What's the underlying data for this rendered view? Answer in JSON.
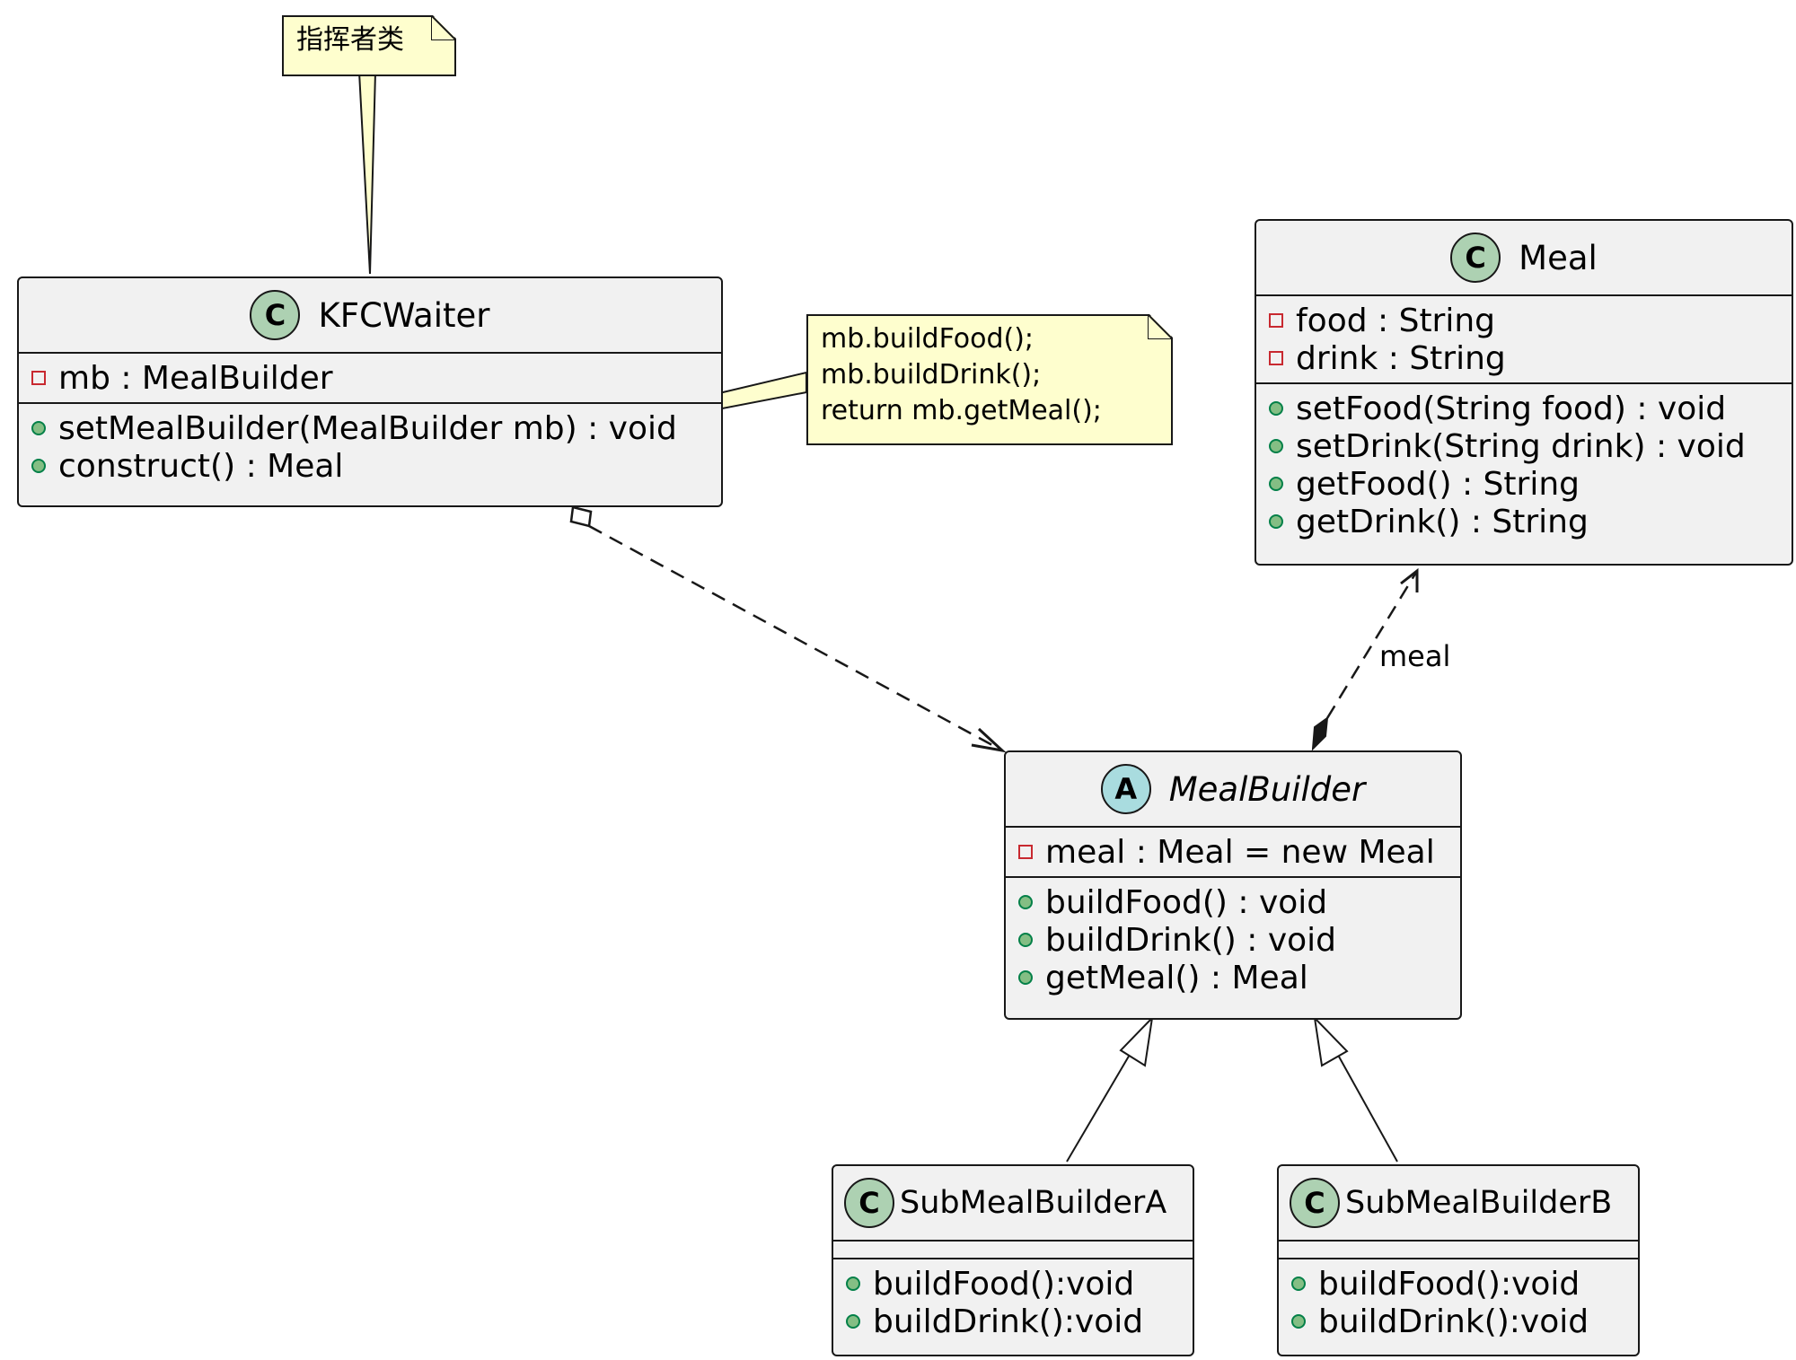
{
  "notes": {
    "director": {
      "text": "指挥者类"
    },
    "construct": {
      "lines": [
        "mb.buildFood();",
        "mb.buildDrink();",
        "return mb.getMeal();"
      ]
    }
  },
  "classes": {
    "kfcwaiter": {
      "stereotype": "C",
      "name": "KFCWaiter",
      "attributes": [
        {
          "visibility": "private",
          "text": "mb : MealBuilder"
        }
      ],
      "methods": [
        {
          "visibility": "public",
          "text": "setMealBuilder(MealBuilder mb) : void"
        },
        {
          "visibility": "public",
          "text": "construct() : Meal"
        }
      ]
    },
    "meal": {
      "stereotype": "C",
      "name": "Meal",
      "attributes": [
        {
          "visibility": "private",
          "text": "food : String"
        },
        {
          "visibility": "private",
          "text": "drink : String"
        }
      ],
      "methods": [
        {
          "visibility": "public",
          "text": "setFood(String food) : void"
        },
        {
          "visibility": "public",
          "text": "setDrink(String drink) : void"
        },
        {
          "visibility": "public",
          "text": "getFood() : String"
        },
        {
          "visibility": "public",
          "text": "getDrink() : String"
        }
      ]
    },
    "mealbuilder": {
      "stereotype": "A",
      "name": "MealBuilder",
      "abstract": true,
      "attributes": [
        {
          "visibility": "private",
          "text": "meal : Meal = new Meal"
        }
      ],
      "methods": [
        {
          "visibility": "public",
          "text": "buildFood() : void"
        },
        {
          "visibility": "public",
          "text": "buildDrink() : void"
        },
        {
          "visibility": "public",
          "text": "getMeal() : Meal"
        }
      ]
    },
    "submealbuildera": {
      "stereotype": "C",
      "name": "SubMealBuilderA",
      "attributes": [],
      "methods": [
        {
          "visibility": "public",
          "text": "buildFood():void"
        },
        {
          "visibility": "public",
          "text": "buildDrink():void"
        }
      ]
    },
    "submealbuilderb": {
      "stereotype": "C",
      "name": "SubMealBuilderB",
      "attributes": [],
      "methods": [
        {
          "visibility": "public",
          "text": "buildFood():void"
        },
        {
          "visibility": "public",
          "text": "buildDrink():void"
        }
      ]
    }
  },
  "relations": {
    "meal_link_label": "meal"
  },
  "colors": {
    "class_fill": "#f1f1f1",
    "border": "#181818",
    "note_fill": "#fefece",
    "stereotype_class": "#add1b2",
    "stereotype_abstract": "#a9dcdf",
    "private_marker": "#c82930",
    "public_marker": "#84be84"
  }
}
